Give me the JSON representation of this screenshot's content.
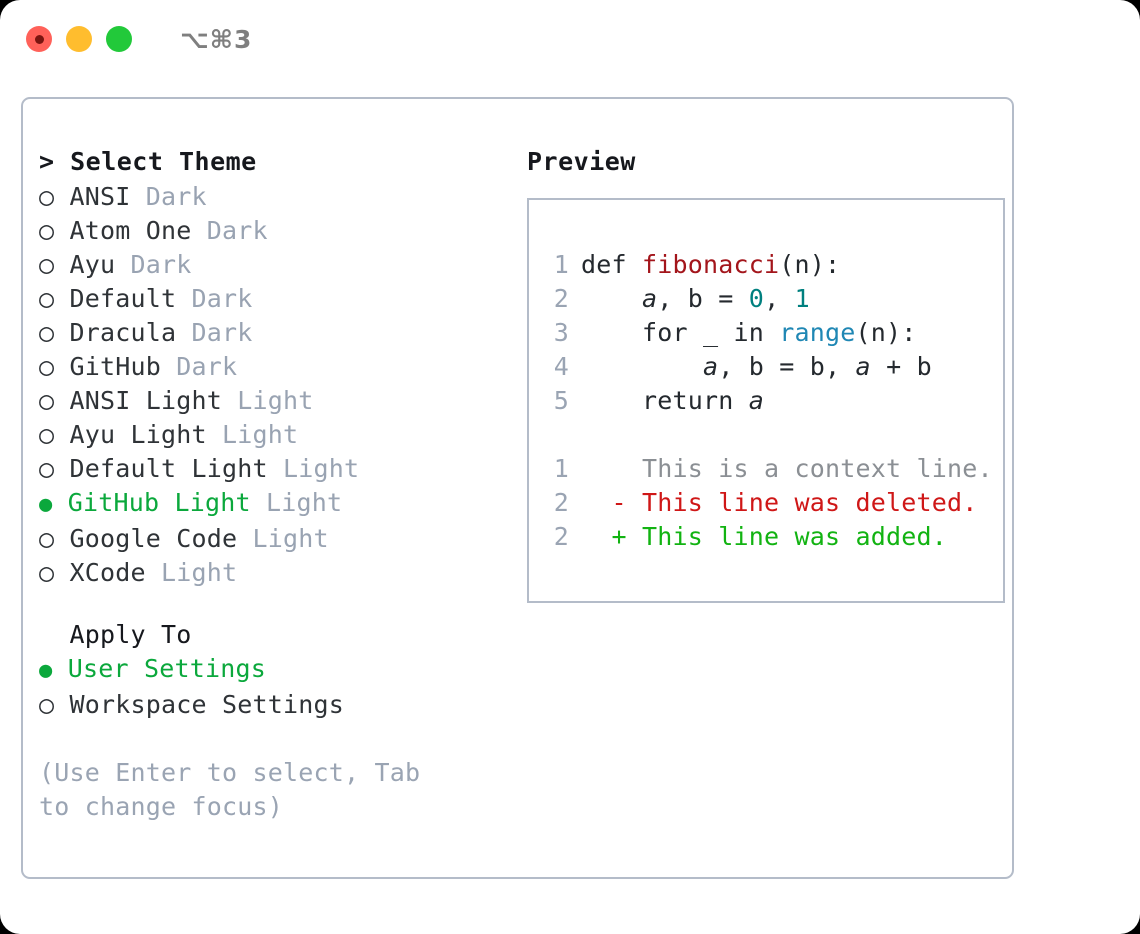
{
  "window": {
    "shortcut_label": "⌥⌘3",
    "traffic_lights": [
      "close",
      "minimize",
      "maximize"
    ]
  },
  "theme_list": {
    "header": "> Select Theme",
    "items": [
      {
        "marker": "○",
        "name": "ANSI",
        "tag": "Dark",
        "selected": false
      },
      {
        "marker": "○",
        "name": "Atom One",
        "tag": "Dark",
        "selected": false
      },
      {
        "marker": "○",
        "name": "Ayu",
        "tag": "Dark",
        "selected": false
      },
      {
        "marker": "○",
        "name": "Default",
        "tag": "Dark",
        "selected": false
      },
      {
        "marker": "○",
        "name": "Dracula",
        "tag": "Dark",
        "selected": false
      },
      {
        "marker": "○",
        "name": "GitHub",
        "tag": "Dark",
        "selected": false
      },
      {
        "marker": "○",
        "name": "ANSI Light",
        "tag": "Light",
        "selected": false
      },
      {
        "marker": "○",
        "name": "Ayu Light",
        "tag": "Light",
        "selected": false
      },
      {
        "marker": "○",
        "name": "Default Light",
        "tag": "Light",
        "selected": false
      },
      {
        "marker": "●",
        "name": "GitHub Light",
        "tag": "Light",
        "selected": true
      },
      {
        "marker": "○",
        "name": "Google Code",
        "tag": "Light",
        "selected": false
      },
      {
        "marker": "○",
        "name": "XCode",
        "tag": "Light",
        "selected": false
      }
    ]
  },
  "apply_to": {
    "header": "  Apply To",
    "items": [
      {
        "marker": "●",
        "label": "User Settings",
        "selected": true
      },
      {
        "marker": "○",
        "label": "Workspace Settings",
        "selected": false
      }
    ]
  },
  "hint": "(Use Enter to select, Tab to change focus)",
  "preview": {
    "header": "Preview",
    "code_lines": [
      {
        "num": "1",
        "tokens": [
          {
            "text": "def ",
            "kind": "plain"
          },
          {
            "text": "fibonacci",
            "kind": "fn"
          },
          {
            "text": "(n):",
            "kind": "plain"
          }
        ]
      },
      {
        "num": "2",
        "tokens": [
          {
            "text": "    ",
            "kind": "plain"
          },
          {
            "text": "a",
            "kind": "var"
          },
          {
            "text": ", b = ",
            "kind": "plain"
          },
          {
            "text": "0",
            "kind": "num"
          },
          {
            "text": ", ",
            "kind": "plain"
          },
          {
            "text": "1",
            "kind": "num"
          }
        ]
      },
      {
        "num": "3",
        "tokens": [
          {
            "text": "    for _ in ",
            "kind": "plain"
          },
          {
            "text": "range",
            "kind": "call"
          },
          {
            "text": "(n):",
            "kind": "plain"
          }
        ]
      },
      {
        "num": "4",
        "tokens": [
          {
            "text": "        ",
            "kind": "plain"
          },
          {
            "text": "a",
            "kind": "var"
          },
          {
            "text": ", b = b, ",
            "kind": "plain"
          },
          {
            "text": "a",
            "kind": "var"
          },
          {
            "text": " + b",
            "kind": "plain"
          }
        ]
      },
      {
        "num": "5",
        "tokens": [
          {
            "text": "    return ",
            "kind": "plain"
          },
          {
            "text": "a",
            "kind": "var"
          }
        ]
      }
    ],
    "diff_lines": [
      {
        "num": "1",
        "sign": " ",
        "text": " This is a context line.",
        "kind": "ctx"
      },
      {
        "num": "2",
        "sign": "-",
        "text": " This line was deleted.",
        "kind": "del"
      },
      {
        "num": "2",
        "sign": "+",
        "text": " This line was added.",
        "kind": "add"
      }
    ]
  },
  "colors": {
    "accent_green": "#0ba83c",
    "muted": "#99a3b2",
    "border": "#b4bcc9",
    "diff_add": "#12b312",
    "diff_del": "#cf1717",
    "token_fn": "#a3151b",
    "token_num": "#00807f",
    "token_call": "#1f87b4"
  }
}
